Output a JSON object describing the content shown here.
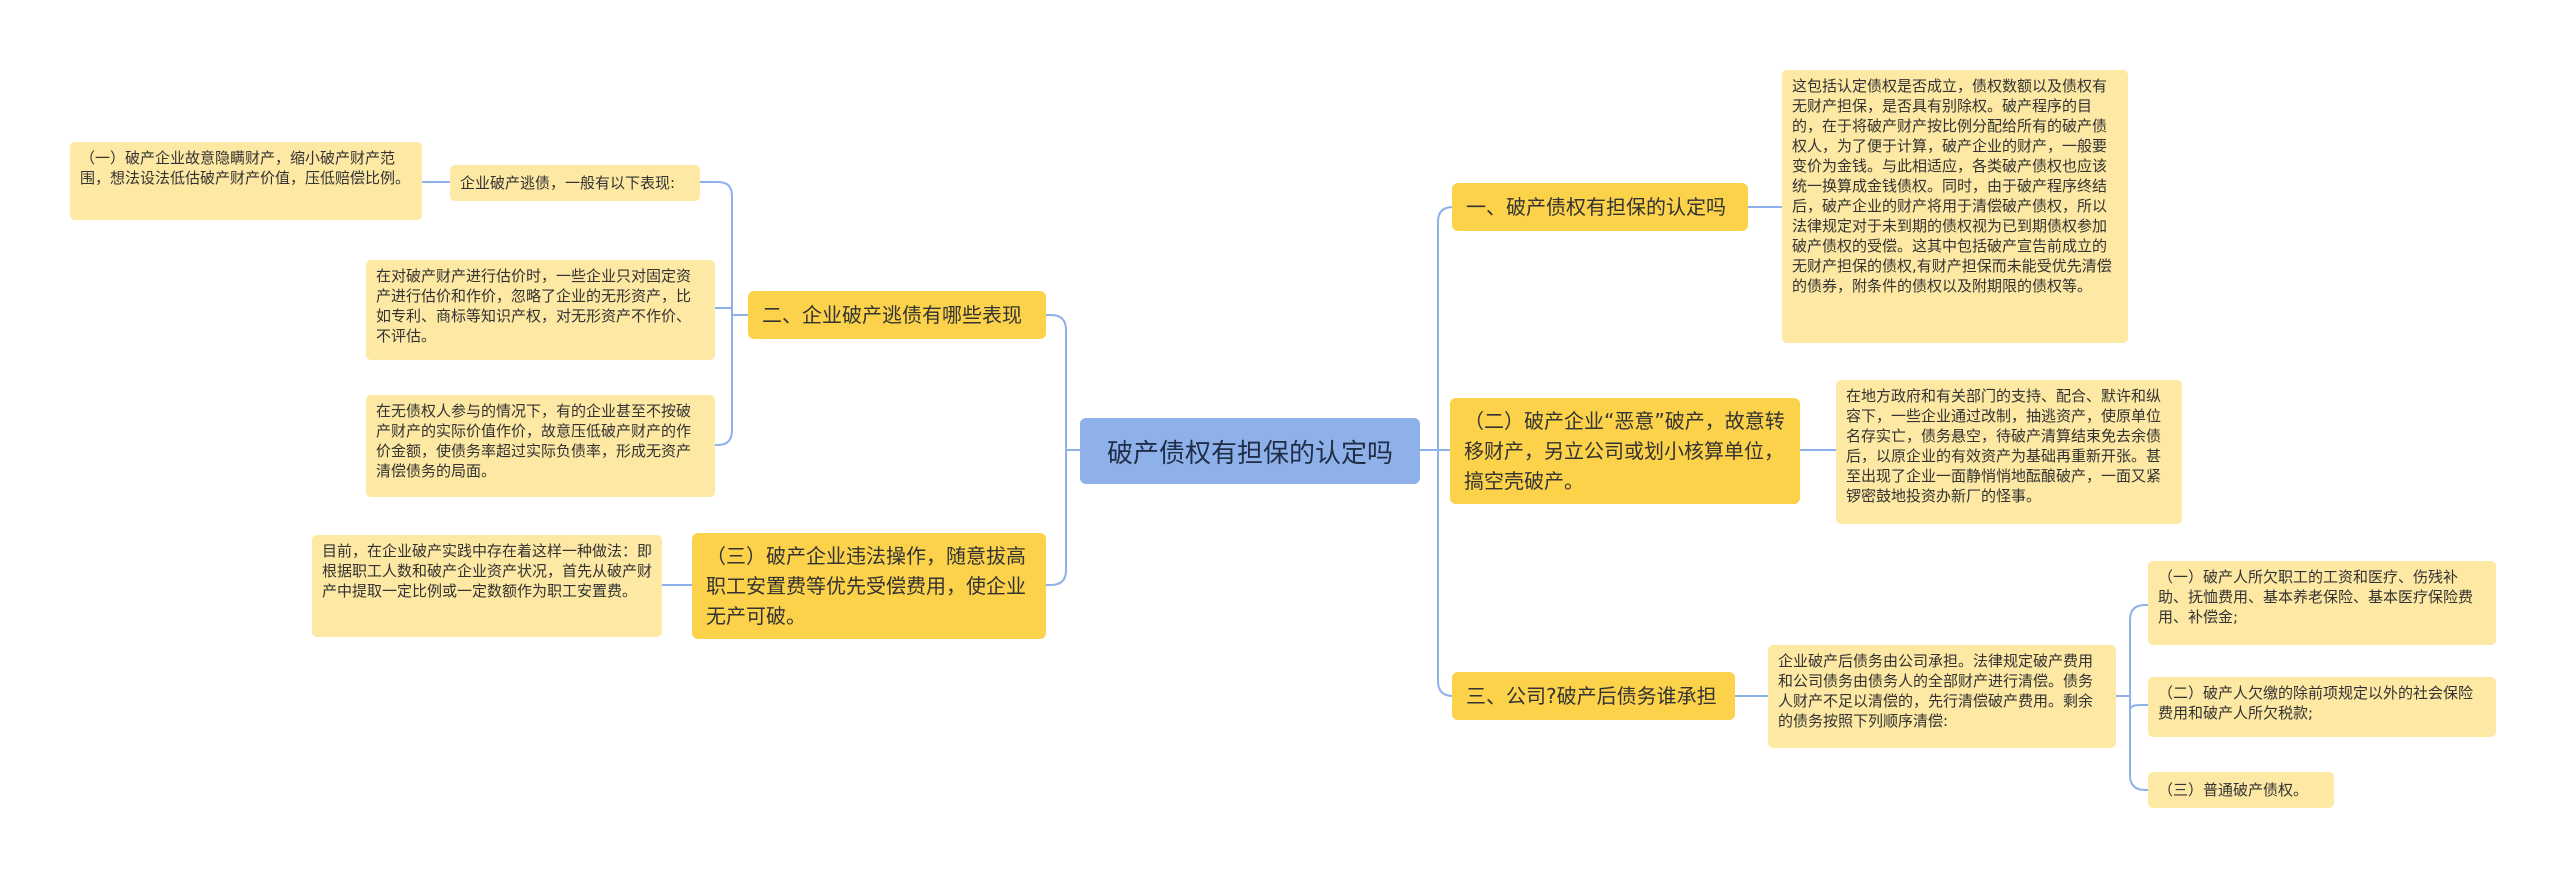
{
  "root": "破产债权有担保的认定吗",
  "left": {
    "b1": {
      "label": "二、企业破产逃债有哪些表现",
      "sub": "企业破产逃债，一般有以下表现:",
      "sub_child": "（一）破产企业故意隐瞒财产，缩小破产财产范围，想法设法低估破产财产价值，压低赔偿比例。",
      "c2": "在对破产财产进行估价时，一些企业只对固定资产进行估价和作价，忽略了企业的无形资产，比如专利、商标等知识产权，对无形资产不作价、不评估。",
      "c3": "在无债权人参与的情况下，有的企业甚至不按破产财产的实际价值作价，故意压低破产财产的作价金额，使债务率超过实际负债率，形成无资产清偿债务的局面。"
    },
    "b2": {
      "label": "（三）破产企业违法操作，随意拔高职工安置费等优先受偿费用，使企业无产可破。",
      "child": "目前，在企业破产实践中存在着这样一种做法：即根据职工人数和破产企业资产状况，首先从破产财产中提取一定比例或一定数额作为职工安置费。"
    }
  },
  "right": {
    "b1": {
      "label": "一、破产债权有担保的认定吗",
      "child": "这包括认定债权是否成立，债权数额以及债权有无财产担保，是否具有别除权。破产程序的目的，在于将破产财产按比例分配给所有的破产债权人，为了便于计算，破产企业的财产，一般要变价为金钱。与此相适应，各类破产债权也应该统一换算成金钱债权。同时，由于破产程序终结后，破产企业的财产将用于清偿破产债权，所以法律规定对于未到期的债权视为已到期债权参加破产债权的受偿。这其中包括破产宣告前成立的无财产担保的债权,有财产担保而未能受优先清偿的债券，附条件的债权以及附期限的债权等。"
    },
    "b2": {
      "label": "（二）破产企业“恶意”破产，故意转移财产，另立公司或划小核算单位，搞空壳破产。",
      "child": "在地方政府和有关部门的支持、配合、默许和纵容下，一些企业通过改制，抽逃资产，使原单位名存实亡，债务悬空，待破产清算结束免去余债后，以原企业的有效资产为基础再重新开张。甚至出现了企业一面静悄悄地酝酿破产，一面又紧锣密鼓地投资办新厂的怪事。"
    },
    "b3": {
      "label": "三、公司?破产后债务谁承担",
      "child": "企业破产后债务由公司承担。法律规定破产费用和公司债务由债务人的全部财产进行清偿。债务人财产不足以清偿的，先行清偿破产费用。剩余的债务按照下列顺序清偿:",
      "items": [
        "（一）破产人所欠职工的工资和医疗、伤残补助、抚恤费用、基本养老保险、基本医疗保险费用、补偿金;",
        "（二）破产人欠缴的除前项规定以外的社会保险费用和破产人所欠税款;",
        "（三）普通破产债权。"
      ]
    }
  },
  "colors": {
    "root": "#8fb1ea",
    "branch": "#fcd24a",
    "leaf": "#fde8a4",
    "line": "#8fb1ea"
  }
}
